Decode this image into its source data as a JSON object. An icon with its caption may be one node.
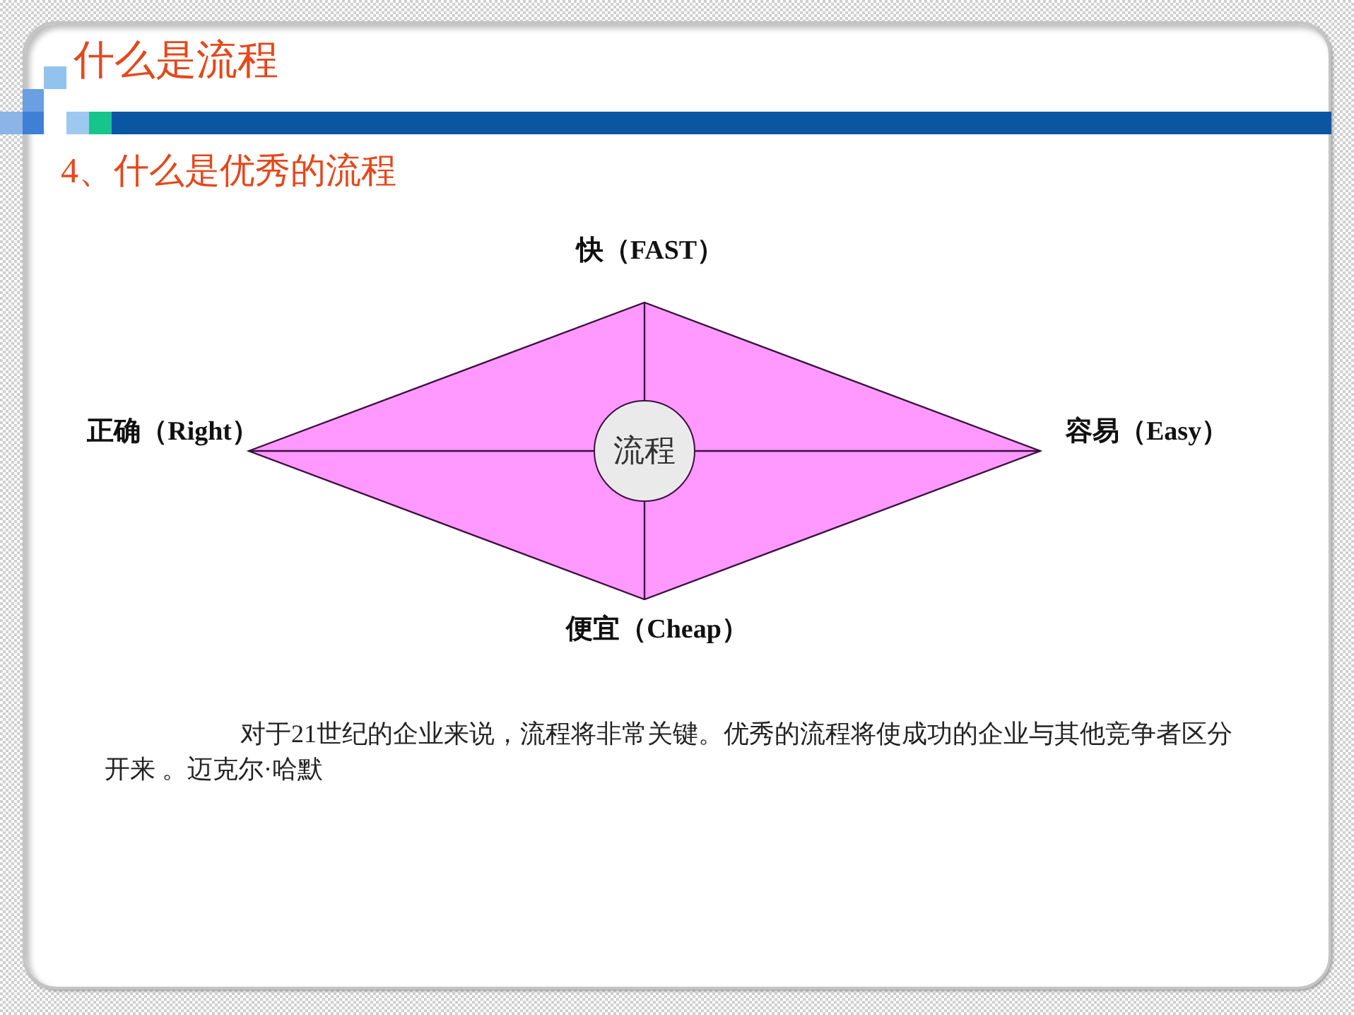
{
  "diagram": {
    "title": "什么是流程",
    "nodes": [
      {
        "text": [],
        "shape": "diamond",
        "beside": [
          "快（FAST）",
          "正确（Right）",
          "容易（Easy）",
          "便宜（Cheap）"
        ]
      },
      {
        "text": [
          "流程"
        ],
        "in": 0
      }
    ],
    "labels": [
      "4、什么是优秀的流程",
      "对于21世纪的企业来说，流程将非常关键。优秀的流程将使成功的企业与其他竞争者区分开来 。迈克尔·哈默"
    ]
  }
}
